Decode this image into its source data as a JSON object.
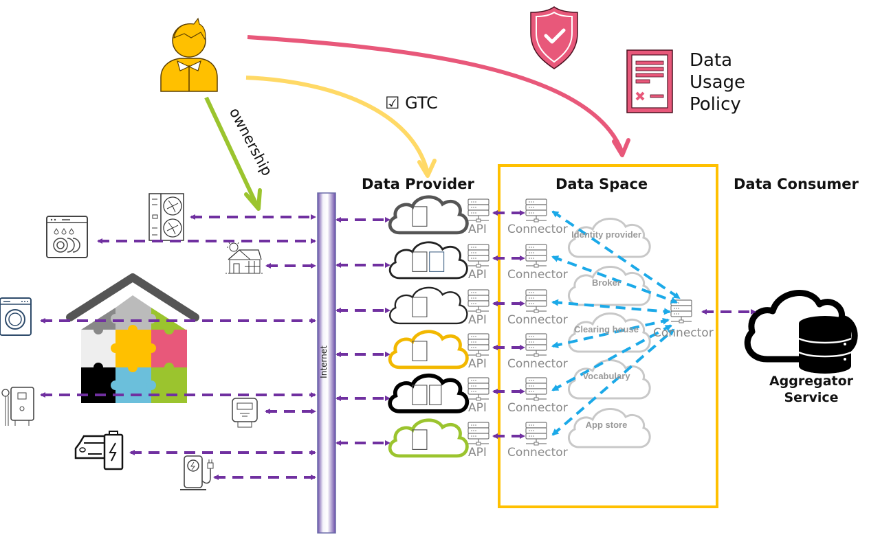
{
  "title": "Data space architecture for smart home energy data sharing",
  "colors": {
    "pink": "#E8587A",
    "yellow": "#FFD966",
    "green": "#9BC42E",
    "purple": "#7030A0",
    "blue": "#1BA9E8",
    "dataspace_border": "#FFC000",
    "user": "#FFC000",
    "grey": "#888888"
  },
  "actors": {
    "user": {
      "icon": "user-icon"
    },
    "ownership_label": "ownership",
    "gtc_label": "☑ GTC",
    "shield": {
      "icon": "shield-check-icon"
    },
    "policy": {
      "icon": "policy-document-icon",
      "lines": [
        "Data",
        "Usage",
        "Policy"
      ]
    }
  },
  "sections": {
    "provider": "Data Provider",
    "space": "Data Space",
    "consumer": "Data Consumer"
  },
  "internet": {
    "label": "Internet"
  },
  "home_devices": [
    {
      "name": "heat-pump",
      "icon": "heat-pump-icon"
    },
    {
      "name": "dishwasher",
      "icon": "dishwasher-icon"
    },
    {
      "name": "solar-house",
      "icon": "solar-house-icon"
    },
    {
      "name": "washing-machine",
      "icon": "washing-machine-icon"
    },
    {
      "name": "water-heater",
      "icon": "water-heater-icon"
    },
    {
      "name": "smart-meter",
      "icon": "smart-meter-icon"
    },
    {
      "name": "electric-car",
      "icon": "electric-car-icon"
    },
    {
      "name": "charging-station",
      "icon": "charging-station-icon"
    }
  ],
  "provider_clouds": [
    {
      "name": "heat-pump-cloud",
      "api": "API",
      "connector": "Connector"
    },
    {
      "name": "appliances-cloud",
      "api": "API",
      "connector": "Connector"
    },
    {
      "name": "solar-cloud",
      "api": "API",
      "connector": "Connector"
    },
    {
      "name": "water-heater-cloud",
      "api": "API",
      "connector": "Connector"
    },
    {
      "name": "e-mobility-cloud",
      "api": "API",
      "connector": "Connector"
    },
    {
      "name": "smart-meter-cloud",
      "api": "API",
      "connector": "Connector"
    }
  ],
  "dataspace_services": [
    "Identity provider",
    "Broker",
    "Clearing house",
    "Vocabulary",
    "App store"
  ],
  "consumer": {
    "connector": "Connector",
    "service_lines": [
      "Aggregator",
      "Service"
    ]
  }
}
